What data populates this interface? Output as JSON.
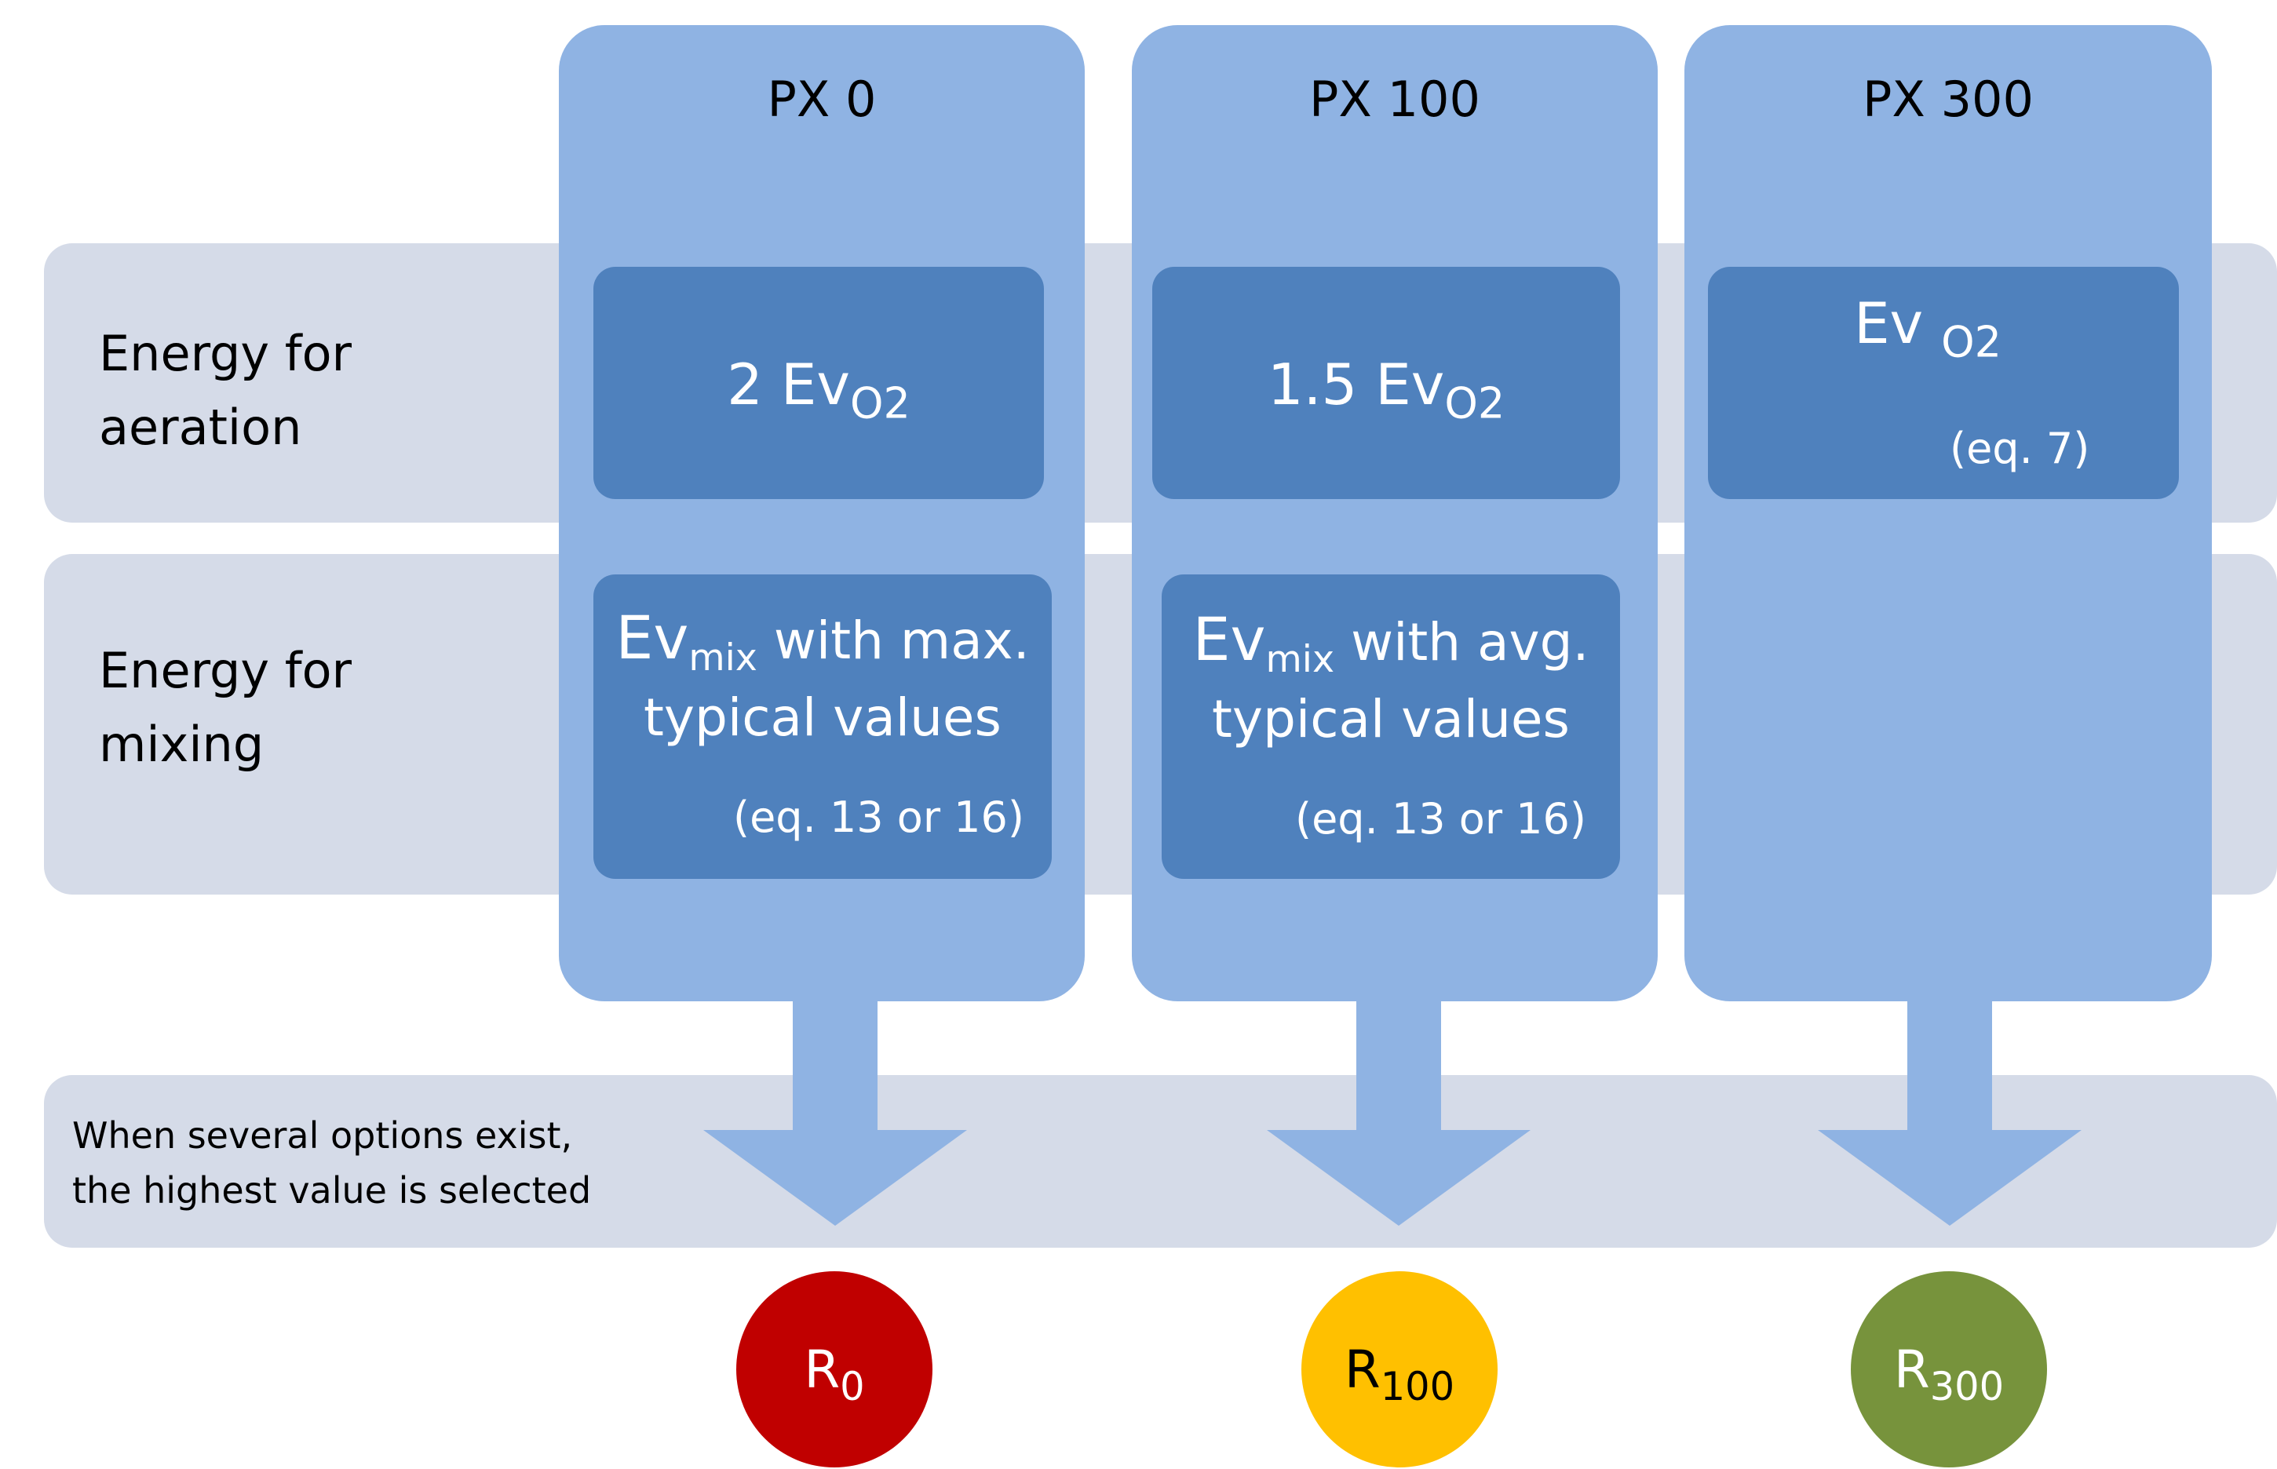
{
  "columns": [
    {
      "title": "PX 0",
      "aeration": {
        "main": "2 Ev",
        "sub": "O2",
        "eq": ""
      },
      "mixing": {
        "pre": "Ev",
        "sub": "mix",
        "post": " with max.",
        "line2": "typical values",
        "eq": "(eq. 13 or 16)"
      },
      "result": {
        "base": "R",
        "sub": "0",
        "color": "#c00000",
        "text_color": "#ffffff"
      }
    },
    {
      "title": "PX 100",
      "aeration": {
        "main": "1.5 Ev",
        "sub": "O2",
        "eq": ""
      },
      "mixing": {
        "pre": "Ev",
        "sub": "mix",
        "post": " with avg.",
        "line2": "typical values",
        "eq": "(eq. 13 or 16)"
      },
      "result": {
        "base": "R",
        "sub": "100",
        "color": "#ffc000",
        "text_color": "#000000"
      }
    },
    {
      "title": "PX 300",
      "aeration": {
        "main": "Ev ",
        "sub": "O2",
        "eq": "(eq. 7)"
      },
      "mixing": null,
      "result": {
        "base": "R",
        "sub": "300",
        "color": "#77933c",
        "text_color": "#ffffff"
      }
    }
  ],
  "rows": {
    "aeration_label": [
      "Energy for",
      "aeration"
    ],
    "mixing_label": [
      "Energy for",
      "mixing"
    ]
  },
  "note": [
    "When several options exist,",
    "the highest value is selected"
  ],
  "colors": {
    "band": "#d5dbe8",
    "column": "#8fb3e3",
    "box": "#4f81bd"
  }
}
